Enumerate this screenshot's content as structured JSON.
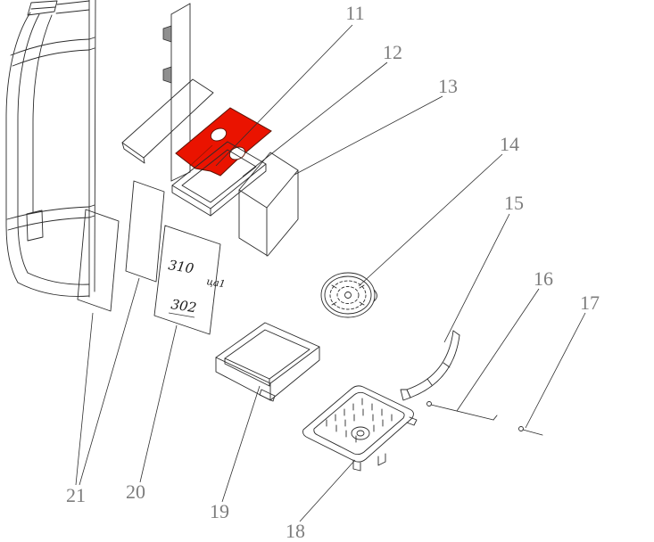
{
  "diagram": {
    "colors": {
      "background": "#ffffff",
      "line": "#2b2b2b",
      "label_gray": "#7d7d7d",
      "highlight_red": "#ea1300"
    },
    "callouts": [
      {
        "label": "11",
        "target": "top-plate-highlighted"
      },
      {
        "label": "12",
        "target": "stove-top-frame"
      },
      {
        "label": "13",
        "target": "side-panel"
      },
      {
        "label": "14",
        "target": "round-grate"
      },
      {
        "label": "15",
        "target": "curved-bracket"
      },
      {
        "label": "16",
        "target": "poker-rod"
      },
      {
        "label": "17",
        "target": "pin-rod"
      },
      {
        "label": "18",
        "target": "grate-pan"
      },
      {
        "label": "19",
        "target": "ash-drawer-tray"
      },
      {
        "label": "20",
        "target": "inner-plate-marked"
      },
      {
        "label": "21",
        "target": "side-plates"
      }
    ],
    "handwritten_marks": {
      "mark1": "310",
      "mark2": "ца1",
      "mark3": "302"
    }
  }
}
